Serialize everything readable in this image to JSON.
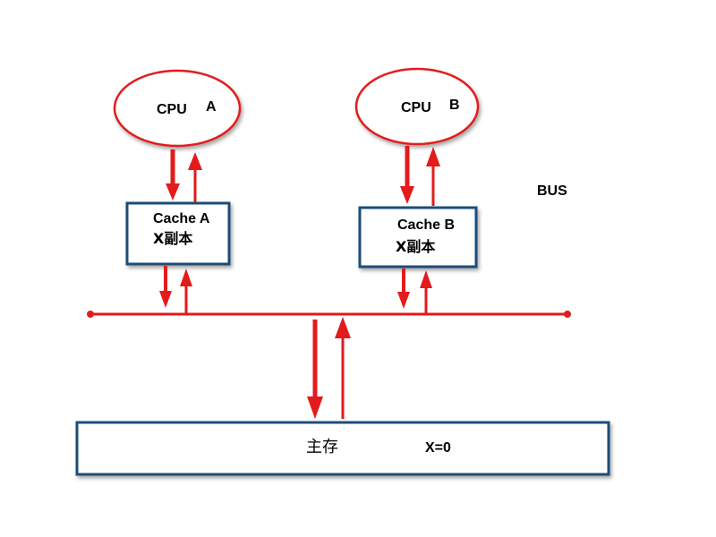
{
  "cpu_a": {
    "name": "CPU",
    "letter": "A"
  },
  "cpu_b": {
    "name": "CPU",
    "letter": "B"
  },
  "bus": {
    "label": "BUS"
  },
  "cache_a": {
    "title": "Cache A",
    "copy": "X副本"
  },
  "cache_b": {
    "title": "Cache B",
    "copy": "X副本"
  },
  "memory": {
    "label": "主存",
    "value": "X=0"
  },
  "colors": {
    "arrow": "#e31b1b",
    "box_border": "#1f4e79",
    "ellipse_border": "#e31b1b"
  }
}
